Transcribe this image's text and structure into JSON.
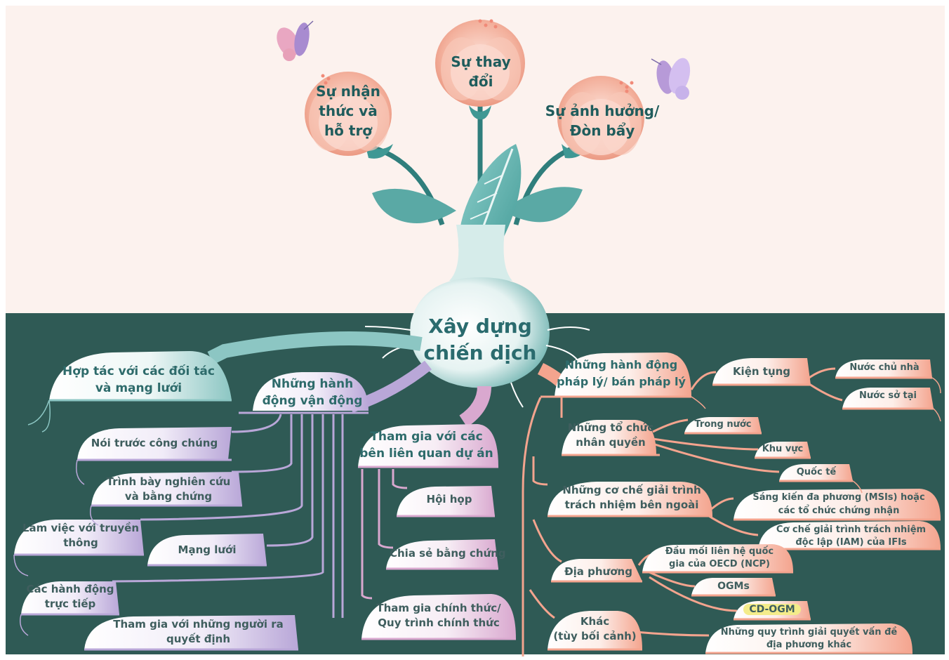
{
  "center": {
    "line1": "Xây dựng",
    "line2": "chiến dịch"
  },
  "flowers": {
    "left": {
      "line1": "Sự nhận",
      "line2": "thức và",
      "line3": "hỗ trợ"
    },
    "middle": {
      "line1": "Sự thay",
      "line2": "đổi"
    },
    "right": {
      "line1": "Sự ảnh hưởng/",
      "line2": "Đòn bẩy"
    }
  },
  "teal_branch": {
    "line1": "Hợp tác với các đối tác",
    "line2": "và mạng lưới"
  },
  "advocacy": {
    "title": {
      "line1": "Những hành",
      "line2": "động vận động"
    },
    "items": {
      "public": "Nói trước công chúng",
      "research": {
        "line1": "Trình bày nghiên cứu",
        "line2": "và bằng chứng"
      },
      "media": {
        "line1": "Làm việc với truyền",
        "line2": "thông"
      },
      "network": "Mạng lưới",
      "direct": {
        "line1": "Các hành động",
        "line2": "trực tiếp"
      },
      "decision": {
        "line1": "Tham gia với những người ra",
        "line2": "quyết định"
      }
    }
  },
  "stakeholders": {
    "title": {
      "line1": "Tham gia với các",
      "line2": "bên liên quan dự án"
    },
    "items": {
      "meeting": "Hội họp",
      "evidence": "Chia sẻ bằng chứng",
      "formal": {
        "line1": "Tham gia chính thức/",
        "line2": "Quy trình chính thức"
      }
    }
  },
  "legal": {
    "title": {
      "line1": "Những hành động",
      "line2": "pháp lý/ bán pháp lý"
    },
    "litigation": "Kiện tụng",
    "home_country": "Nước chủ nhà",
    "host_country": "Nước sở tại",
    "hr_orgs": {
      "line1": "Những tổ chức",
      "line2": "nhân quyền"
    },
    "domestic": "Trong nước",
    "regional": "Khu vực",
    "international": "Quốc tế",
    "external": {
      "line1": "Những cơ chế giải trình",
      "line2": "trách nhiệm bên ngoài"
    },
    "msi": {
      "line1": "Sáng kiến đa phương (MSIs) hoặc",
      "line2": "các tổ chức chứng nhận"
    },
    "iam": {
      "line1": "Cơ chế giải trình trách nhiệm",
      "line2": "độc lập (IAM) của IFIs"
    },
    "ncp": {
      "line1": "Đầu mối liên hệ quốc",
      "line2": "gia của OECD (NCP)"
    },
    "local": "Địa phương",
    "ogms": "OGMs",
    "cd_ogm": "CD-OGM",
    "other_local": {
      "line1": "Những quy trình giải quyết vấn đề",
      "line2": "địa phương khác"
    },
    "other": {
      "line1": "Khác",
      "line2": "(tùy bối cảnh)"
    }
  },
  "colors": {
    "sky": "#fcf2ee",
    "soil": "#2f5a55",
    "teal": "#8cc6c3",
    "purple": "#b9a7d8",
    "pink": "#d9a8cf",
    "coral": "#f4a48e",
    "petal": "#f5b4a0",
    "highlight": "#f4ec8a"
  }
}
